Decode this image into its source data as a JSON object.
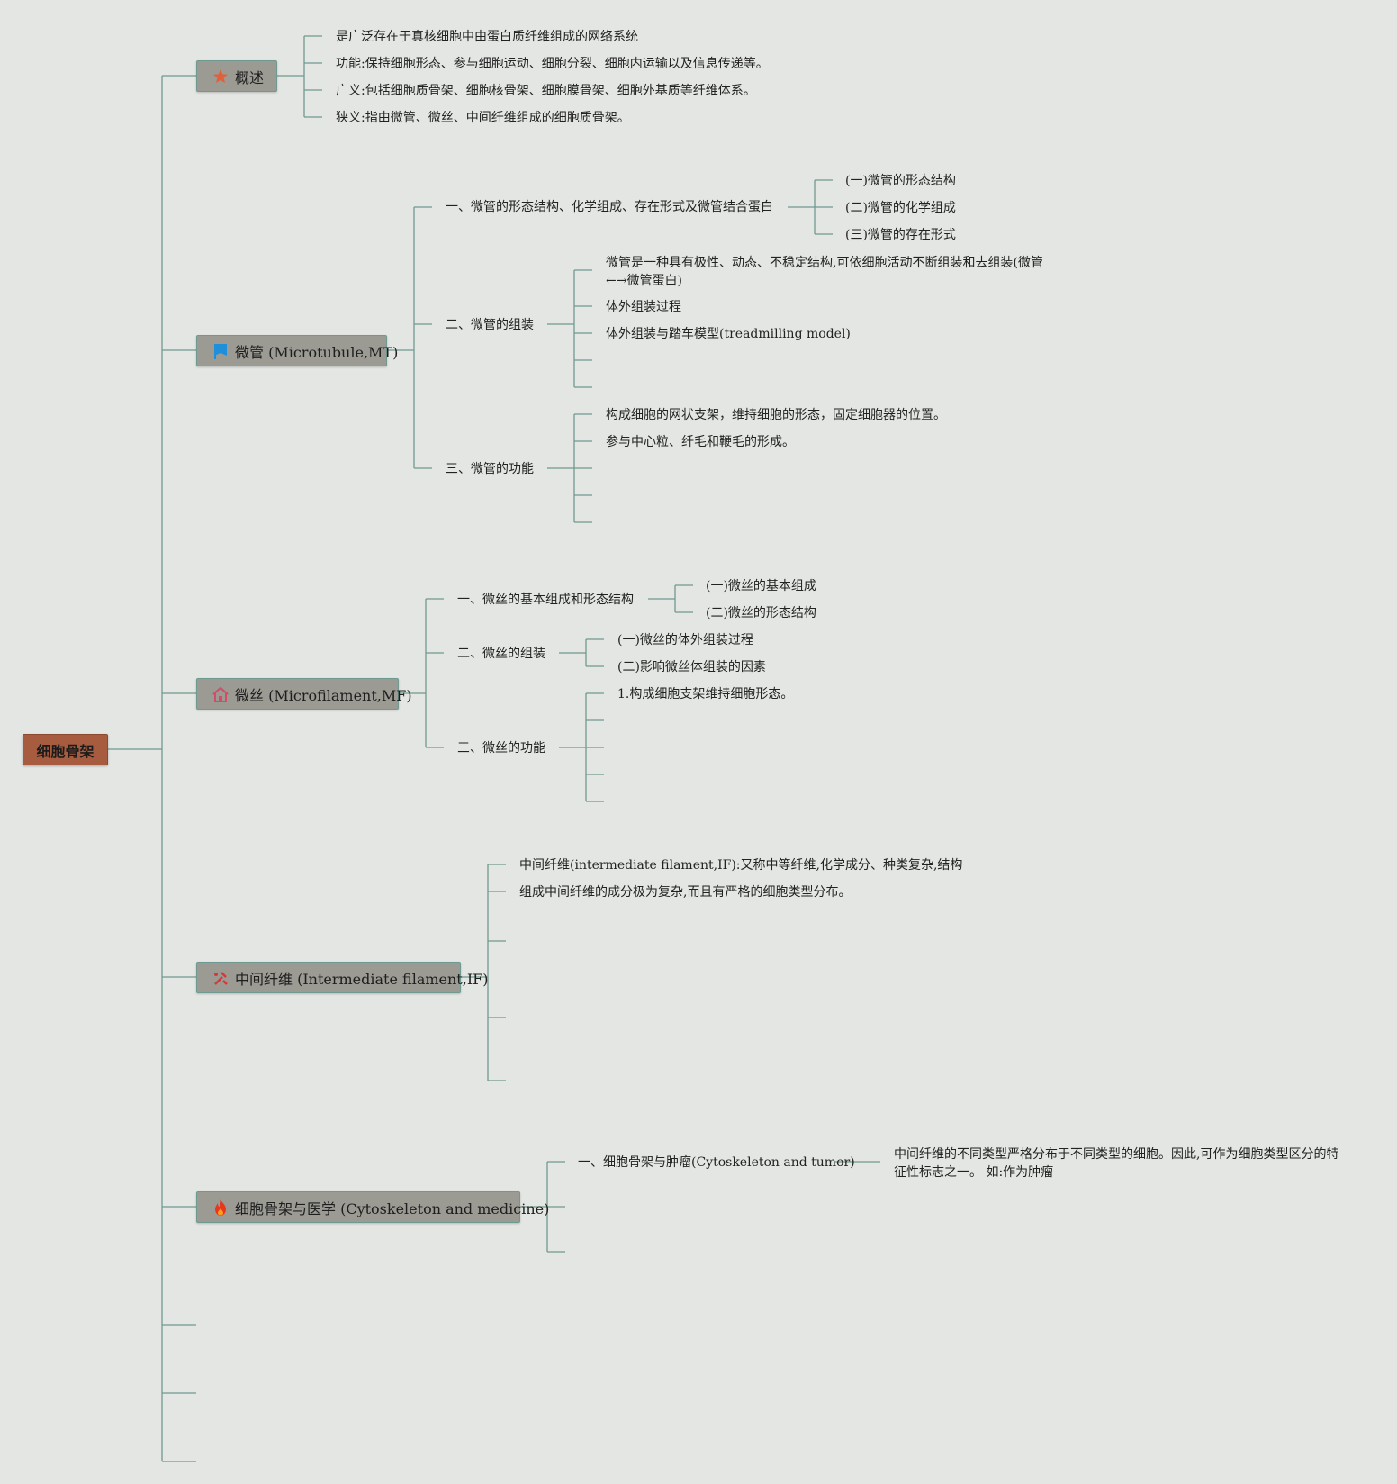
{
  "root": {
    "label": "细胞骨架",
    "color": "#a75c3f"
  },
  "colors": {
    "background": "#e3e6e2",
    "line": "#6f9a91",
    "topic": "#9b9a93"
  },
  "topics": [
    {
      "label": "概述",
      "icon": "star-icon",
      "icon_color": "#e0603a",
      "children": [
        "是广泛存在于真核细胞中由蛋白质纤维组成的网络系统",
        "功能:保持细胞形态、参与细胞运动、细胞分裂、细胞内运输以及信息传递等。",
        "广义:包括细胞质骨架、细胞核骨架、细胞膜骨架、细胞外基质等纤维体系。",
        "狭义:指由微管、微丝、中间纤维组成的细胞质骨架。"
      ]
    },
    {
      "label": "微管 (Microtubule,MT)",
      "icon": "flag-icon",
      "icon_color": "#1e8fd8",
      "children": [
        {
          "label": "一、微管的形态结构、化学组成、存在形式及微管结合蛋白",
          "children": [
            "(一)微管的形态结构",
            "(二)微管的化学组成",
            "(三)微管的存在形式"
          ]
        },
        {
          "label": "二、微管的组装",
          "children": [
            "微管是一种具有极性、动态、不稳定结构,可依细胞活动不断组装和去组装(微管←→微管蛋白)",
            "体外组装过程",
            "体外组装与踏车模型(treadmilling model)",
            "",
            ""
          ]
        },
        {
          "label": "三、微管的功能",
          "children": [
            "构成细胞的网状支架，维持细胞的形态，固定细胞器的位置。",
            "参与中心粒、纤毛和鞭毛的形成。",
            "",
            "",
            ""
          ]
        }
      ]
    },
    {
      "label": "微丝 (Microfilament,MF)",
      "icon": "home-icon",
      "icon_color": "#d64a6a",
      "children": [
        {
          "label": "一、微丝的基本组成和形态结构",
          "children": [
            "(一)微丝的基本组成",
            "(二)微丝的形态结构"
          ]
        },
        {
          "label": "二、微丝的组装",
          "children": [
            "(一)微丝的体外组装过程",
            "(二)影响微丝体组装的因素"
          ]
        },
        {
          "label": "三、微丝的功能",
          "children": [
            "1.构成细胞支架维持细胞形态。",
            "",
            "",
            "",
            ""
          ]
        }
      ]
    },
    {
      "label": "中间纤维 (Intermediate filament,IF)",
      "icon": "tools-icon",
      "icon_color": "#d23a3a",
      "children": [
        "中间纤维(intermediate filament,IF):又称中等纤维,化学成分、种类复杂,结构",
        "组成中间纤维的成分极为复杂,而且有严格的细胞类型分布。",
        "",
        "",
        "",
        ""
      ]
    },
    {
      "label": "细胞骨架与医学 (Cytoskeleton and medicine)",
      "icon": "fire-icon",
      "icon_color": "#e8371e",
      "children": [
        {
          "label": "一、细胞骨架与肿瘤(Cytoskeleton and tumor)",
          "children": [
            "中间纤维的不同类型严格分布于不同类型的细胞。因此,可作为细胞类型区分的特征性标志之一。 如:作为肿瘤"
          ]
        },
        "",
        ""
      ]
    },
    {
      "label": ""
    },
    {
      "label": ""
    },
    {
      "label": ""
    }
  ]
}
